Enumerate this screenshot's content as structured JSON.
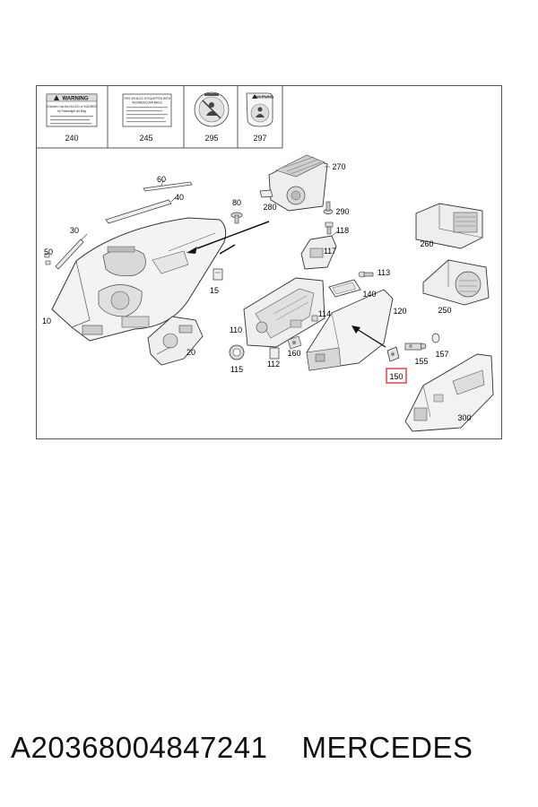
{
  "header_cells": [
    {
      "label": "240",
      "sticker_title": "WARNING",
      "sticker_lines": [
        "Children Can Be KILLED or INJURED",
        "by Passenger Air Bag"
      ]
    },
    {
      "label": "245",
      "sticker_lines": [
        "THIS VEHICLE IS EQUIPPED WITH",
        "ADVANCED AIR BAGS"
      ]
    },
    {
      "label": "295"
    },
    {
      "label": "297",
      "sticker_title": "WARNING"
    }
  ],
  "callouts": [
    "60",
    "40",
    "30",
    "50",
    "10",
    "80",
    "15",
    "20",
    "270",
    "280",
    "290",
    "260",
    "118",
    "117",
    "113",
    "250",
    "140",
    "120",
    "114",
    "110",
    "160",
    "112",
    "115",
    "155",
    "157",
    "150",
    "300"
  ],
  "highlight_callout": "150",
  "highlight_color": "#e0262a",
  "caption": {
    "part_number": "A20368004847241",
    "brand": "MERCEDES"
  }
}
